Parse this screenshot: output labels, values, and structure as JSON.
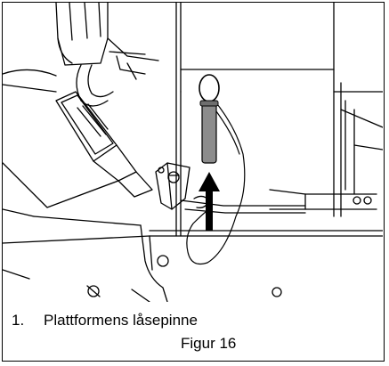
{
  "caption": {
    "item_number": "1.",
    "item_label": "Plattformens låsepinne",
    "figure_label": "Figur 16"
  },
  "illustration": {
    "subject": "platform-lock-pin-removal",
    "colors": {
      "pin": "#8c8c8c",
      "arrow": "#000000",
      "line": "#000000",
      "background": "#ffffff"
    }
  }
}
